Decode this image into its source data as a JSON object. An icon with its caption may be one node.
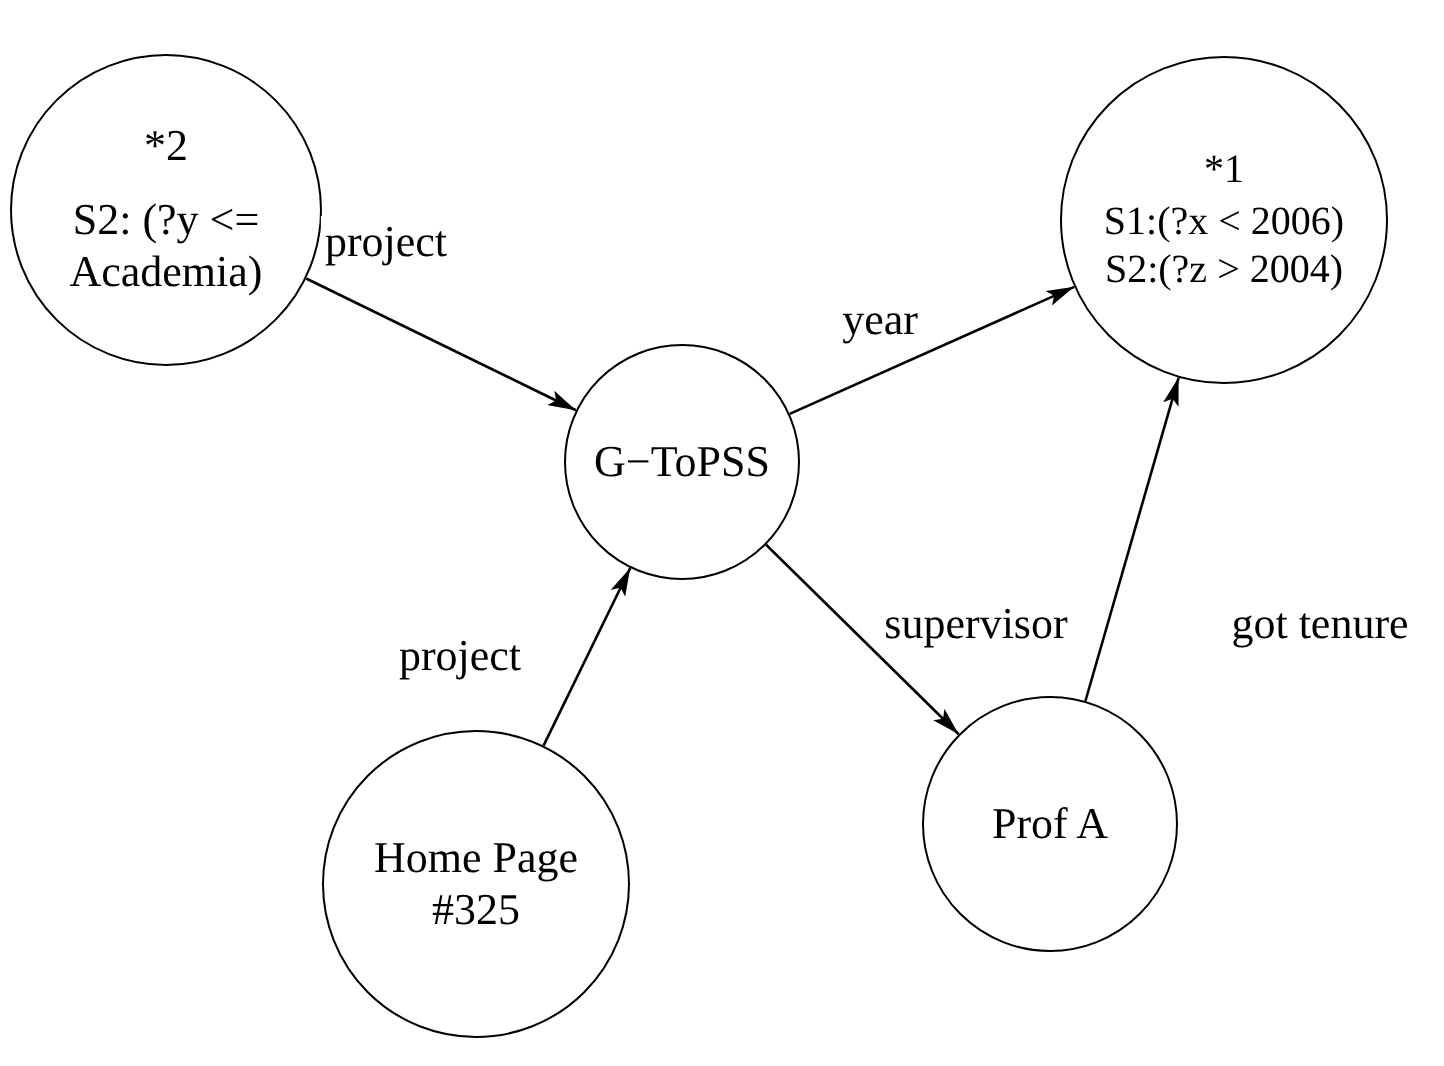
{
  "diagram": {
    "nodes": [
      {
        "text": [
          "*2",
          "S2: (?y <= Academia)"
        ]
      },
      {
        "text": [
          "G−ToPSS"
        ]
      },
      {
        "text": [
          "*1",
          "S1:(?x < 2006)",
          "S2:(?z > 2004)"
        ]
      },
      {
        "text": [
          "Home Page #325"
        ]
      },
      {
        "text": [
          "Prof A"
        ]
      }
    ],
    "edges": [
      {
        "from": 0,
        "to": 1,
        "arrow": "to",
        "label": "project"
      },
      {
        "from": 1,
        "to": 2,
        "arrow": "to",
        "label": "year"
      },
      {
        "from": 1,
        "to": 4,
        "arrow": "to",
        "label": "supervisor"
      },
      {
        "from": 3,
        "to": 1,
        "arrow": "to",
        "label": "project"
      },
      {
        "from": 4,
        "to": 2,
        "arrow": "to",
        "label": "got tenure"
      }
    ]
  }
}
